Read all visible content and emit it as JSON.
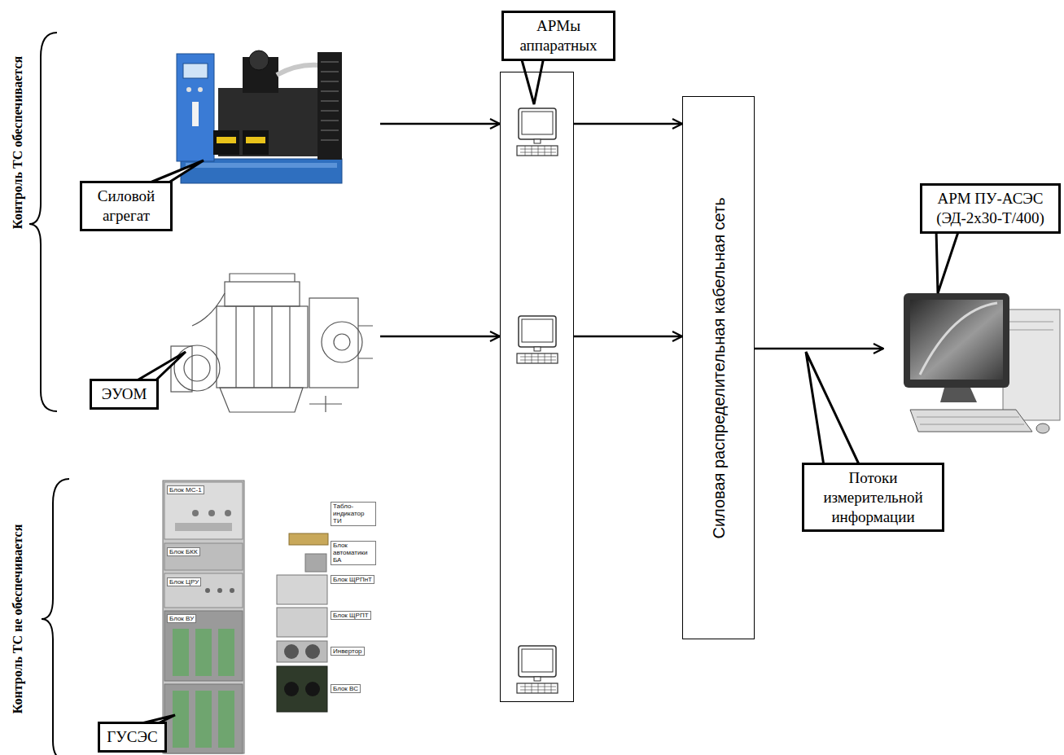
{
  "diagram": {
    "nodes": [
      {
        "text": [
          "Силовой агрегат"
        ]
      },
      {
        "text": [
          "ЭУОМ"
        ]
      },
      {
        "text": [
          "ГУСЭС"
        ]
      },
      {
        "text": [
          "АРМы аппаратных"
        ]
      },
      {
        "text": [
          "Силовая распределительная кабельная сеть"
        ]
      },
      {
        "text": [
          "АРМ ПУ-АСЭС (ЭД-2х30-Т/400)"
        ]
      },
      {
        "text": [
          "Потоки измерительной информации"
        ]
      }
    ],
    "edges": [
      {
        "from": 0,
        "to": 3,
        "arrow": "to"
      },
      {
        "from": 1,
        "to": 3,
        "arrow": "to"
      },
      {
        "from": 3,
        "to": 4,
        "arrow": "to"
      },
      {
        "from": 3,
        "to": 4,
        "arrow": "to"
      },
      {
        "from": 4,
        "to": 5,
        "arrow": "to"
      }
    ],
    "labels": [
      "Контроль ТС обеспечивается",
      "Контроль ТС не обеспечивается",
      "Блок МС-1",
      "Табло-индикатор ТИ",
      "Блок БКК",
      "Блок автоматики БА",
      "Блок ЦРУ",
      "Блок ЩРПнТ",
      "Блок ВУ",
      "Блок ЩРПТ",
      "Инвертор",
      "Блок ВС"
    ]
  }
}
